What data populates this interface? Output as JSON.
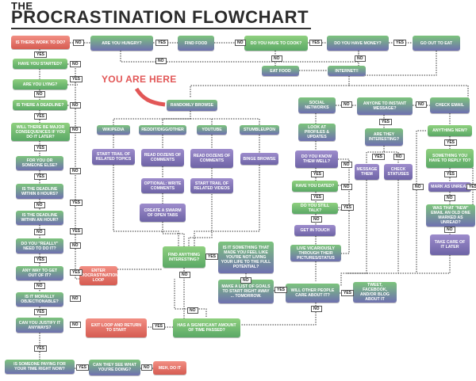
{
  "header": {
    "pre": "THE",
    "title": "PROCRASTINATION FLOWCHART"
  },
  "pointer": "YOU ARE HERE",
  "nodes": {
    "work": "IS THERE WORK TO DO?",
    "hungry": "ARE YOU HUNGRY?",
    "findfood": "FIND FOOD",
    "cook": "DO YOU HAVE TO COOK?",
    "money": "DO YOU HAVE MONEY?",
    "goout": "GO OUT TO EAT",
    "eatfood": "EAT FOOD",
    "internet": "INTERNET!!",
    "started": "HAVE YOU STARTED?",
    "lying": "ARE YOU LYING?",
    "deadline": "IS THERE A DEADLINE?",
    "consequences": "WILL THERE BE MAJOR CONSEQUENCES IF YOU DO IT LATER?",
    "foryou": "FOR YOU OR SOMEONE ELSE?",
    "dl8": "IS THE DEADLINE WITHIN 8 HOURS?",
    "dl1": "IS THE DEADLINE WITHIN AN HOUR?",
    "really": "DO YOU \"REALLY\" NEED TO DO IT?",
    "wayout": "ANY WAY TO GET OUT OF IT?",
    "moral": "IS IT MORALLY OBJECTIONABLE?",
    "justify": "CAN YOU JUSTIFY IT ANYWAYS?",
    "paying": "IS SOMEONE PAYING FOR YOUR TIME RIGHT NOW?",
    "see": "CAN THEY SEE WHAT YOU'RE DOING?",
    "doit": "MEH, DO IT",
    "browse": "RANDOMLY BROWSE",
    "wikipedia": "WIKIPEDIA",
    "reddit": "REDDIT/DIGG/OTHER",
    "youtube": "YOUTUBE",
    "stumble": "STUMBLEUPON",
    "trailtopics": "START TRAIL OF RELATED TOPICS",
    "readcomments": "READ DOZENS OF COMMENTS",
    "readcomments2": "READ DOZENS OF COMMENTS",
    "binge": "BINGE BROWSE",
    "optional": "OPTIONAL: WRITE COMMENTS",
    "trailvideos": "START TRAIL OF RELATED VIDEOS",
    "swarm": "CREATE A SWARM OF OPEN TABS",
    "interesting": "FIND ANYTHING INTERESTING?",
    "feellike": "IS IT SOMETHING THAT MADE YOU FEEL LIKE YOU'RE NOT LIVING YOUR LIFE TO THE FULL POTENTIAL?",
    "enterloop": "ENTER PROCRASTINATION LOOP",
    "goals": "MAKE A LIST OF GOALS TO START RIGHT AWAY ... TOMORROW.",
    "care": "WILL OTHER PEOPLE CARE ABOUT IT?",
    "tweet": "TWEET, FACEBOOK, AND/OR BLOG ABOUT IT",
    "timepassed": "HAS A SIGNIFICANT AMOUNT OF TIME PASSED?",
    "exitloop": "EXIT LOOP AND RETURN TO START",
    "social": "SOCIAL NETWORKS",
    "anyone": "ANYONE TO INSTANT MESSAGE?",
    "email": "CHECK EMAIL",
    "profiles": "LOOK AT PROFILES & UPDATES",
    "knowthem": "DO YOU KNOW THEM WELL?",
    "dated": "HAVE YOU DATED?",
    "talk": "DO YOU STILL TALK?",
    "touch": "GET IN TOUCH",
    "vicarious": "LIVE VICARIOUSLY THROUGH THEIR PICTURES/STATUS",
    "areinteresting": "ARE THEY INTERESTING?",
    "message": "MESSAGE THEM",
    "statuses": "CHECK STATUSES",
    "anythingnew": "ANYTHING NEW?",
    "reply": "SOMETHING YOU HAVE TO REPLY TO?",
    "markunread": "MARK AS UNREAD",
    "newemail": "WAS THAT \"NEW\" EMAIL AN OLD ONE MARKED AS UNREAD?",
    "takecare": "TAKE CARE OF IT LATER"
  },
  "labels": {
    "yes": "YES",
    "no": "NO"
  }
}
